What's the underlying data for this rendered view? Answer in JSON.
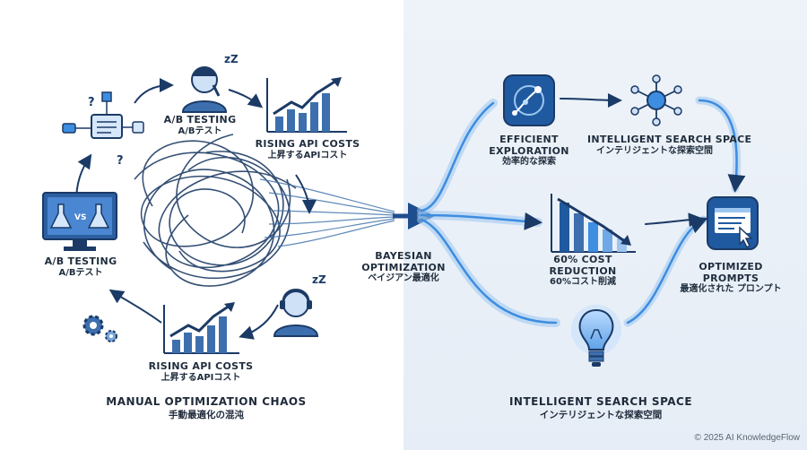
{
  "left_section": {
    "title_en": "MANUAL OPTIMIZATION CHAOS",
    "title_ja": "手動最適化の混沌",
    "nodes": [
      {
        "en": "A/B TESTING",
        "ja": "A/Bテスト"
      },
      {
        "en": "RISING API COSTS",
        "ja": "上昇するAPIコスト"
      },
      {
        "en": "A/B TESTING",
        "ja": "A/Bテスト"
      },
      {
        "en": "RISING API COSTS",
        "ja": "上昇するAPIコスト"
      }
    ],
    "question_marks": [
      "?",
      "?"
    ],
    "sleep_marks": [
      "zZ",
      "zZ"
    ],
    "vs_text": "VS"
  },
  "bridge": {
    "en": "BAYESIAN OPTIMIZATION",
    "ja": "ベイジアン最適化"
  },
  "right_section": {
    "title_en": "INTELLIGENT SEARCH SPACE",
    "title_ja": "インテリジェントな探索空間",
    "nodes": [
      {
        "en": "EFFICIENT EXPLORATION",
        "ja": "効率的な探索"
      },
      {
        "en": "INTELLIGENT SEARCH SPACE",
        "ja": "インテリジェントな探索空間"
      },
      {
        "en": "60% COST REDUCTION",
        "ja": "60%コスト削減"
      },
      {
        "en": "OPTIMIZED PROMPTS",
        "ja": "最適化された プロンプト"
      }
    ]
  },
  "copyright": "© 2025 AI KnowledgeFlow",
  "colors": {
    "primary": "#1f5aa0",
    "accent": "#3d8de0",
    "light": "#9cc6f0",
    "navy": "#1b3a66"
  }
}
